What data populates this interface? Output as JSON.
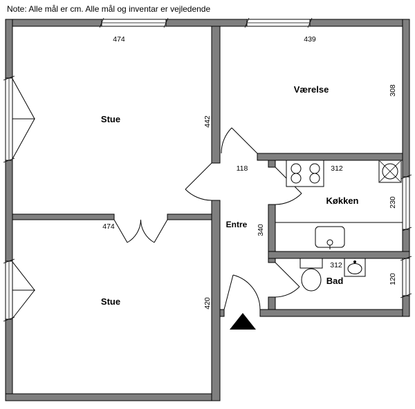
{
  "note": "Note: Alle mål er cm. Alle mål og inventar er vejledende",
  "rooms": {
    "stue_top": "Stue",
    "vaerelse": "Værelse",
    "koekken": "Køkken",
    "entre": "Entre",
    "bad": "Bad",
    "stue_bottom": "Stue"
  },
  "dimensions": {
    "stue_top_width": "474",
    "stue_top_height": "442",
    "vaerelse_width": "439",
    "vaerelse_height": "308",
    "hall_width": "118",
    "koekken_width": "312",
    "koekken_height": "230",
    "entre_height": "340",
    "bad_width": "312",
    "bad_height": "120",
    "stue_bottom_width": "474",
    "stue_bottom_height": "420"
  },
  "legend": {
    "wall_color": "#7f7f7f",
    "line_color": "#000000",
    "background_color": "#ffffff",
    "units": "cm"
  },
  "fixtures": {
    "stove": "stove with 4 burners",
    "appliance_symbol": "circle-cross appliance symbol",
    "counter": "kitchen counter",
    "sink": "kitchen sink with faucet",
    "toilet": "toilet",
    "washbasin": "washbasin",
    "entrance_arrow": "entrance marker arrow"
  }
}
